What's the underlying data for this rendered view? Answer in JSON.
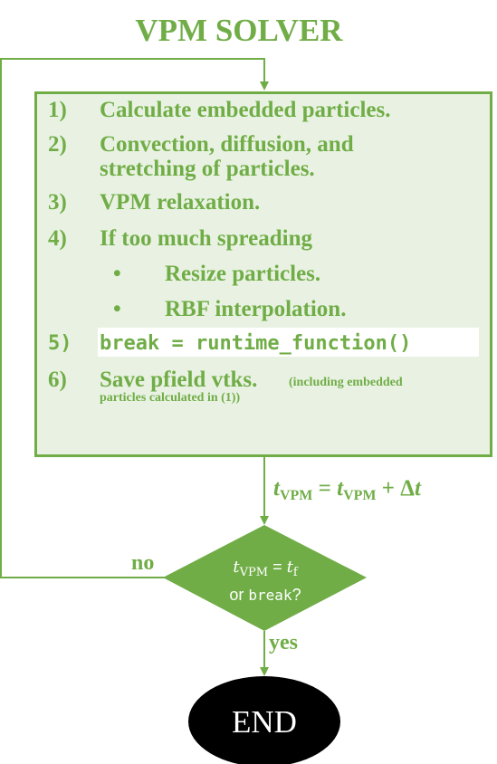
{
  "title": "VPM SOLVER",
  "steps": [
    {
      "number": "1)",
      "text": "Calculate embedded particles."
    },
    {
      "number": "2)",
      "text_line1": "Convection, diffusion, and",
      "text_line2": "stretching of particles."
    },
    {
      "number": "3)",
      "text": "VPM relaxation."
    },
    {
      "number": "4)",
      "text": "If too much spreading"
    },
    {
      "number": "5)",
      "code": "break = runtime_function()"
    },
    {
      "number": "6)",
      "text": "Save pfield vtks.",
      "note_part1": "(including embedded",
      "note_part2": "particles calculated in (1))"
    }
  ],
  "bullets": [
    {
      "symbol": "•",
      "text": "Resize particles."
    },
    {
      "symbol": "•",
      "text": "RBF interpolation."
    }
  ],
  "update": {
    "t": "t",
    "sub": "VPM",
    "equals": " = ",
    "plus": " + Δ",
    "t2": "t"
  },
  "decision": {
    "t": "t",
    "sub": "VPM",
    "equals": " = ",
    "tf": "t",
    "tf_sub": "f",
    "or": "or ",
    "break": "break",
    "q": "?"
  },
  "labels": {
    "no": "no",
    "yes": "yes",
    "end": "END"
  },
  "colors": {
    "accent": "#70ad47",
    "box_fill": "#e9f2e2",
    "end_fill": "#000000"
  }
}
